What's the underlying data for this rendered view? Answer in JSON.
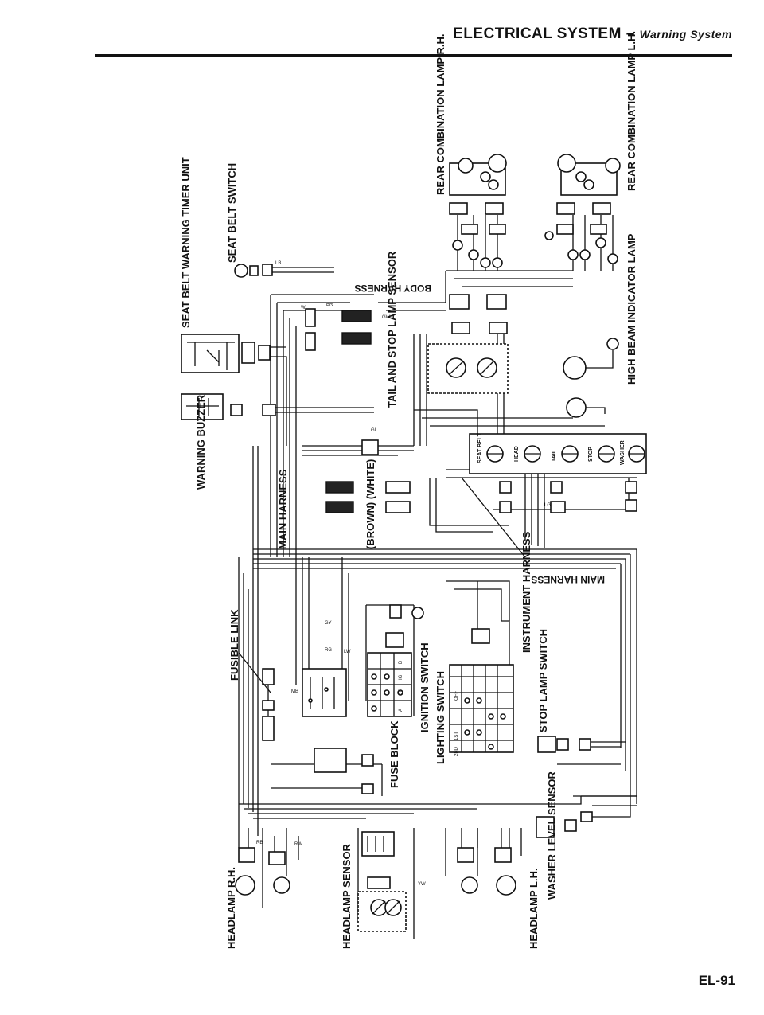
{
  "header": {
    "title": "ELECTRICAL SYSTEM",
    "separator": " – ",
    "subtitle": "Warning System"
  },
  "page_number": "EL-91",
  "components": {
    "rear_lamp_rh": "REAR COMBINATION LAMP R.H.",
    "rear_lamp_lh": "REAR COMBINATION LAMP L.H.",
    "seat_belt_switch": "SEAT BELT SWITCH",
    "seat_belt_timer": "SEAT BELT WARNING TIMER UNIT",
    "body_harness": "BODY HARNESS",
    "tail_stop_sensor": "TAIL AND STOP LAMP SENSOR",
    "high_beam_indicator": "HIGH BEAM INDICATOR LAMP",
    "warning_buzzer": "WARNING BUZZER",
    "main_harness": "MAIN HARNESS",
    "connector_brown_white": "(BROWN) (WHITE)",
    "main_harness_2": "MAIN HARNESS",
    "fusible_link": "FUSIBLE LINK",
    "instrument_harness": "INSTRUMENT HARNESS",
    "ignition_switch": "IGNITION SWITCH",
    "lighting_switch": "LIGHTING SWITCH",
    "stop_lamp_switch": "STOP LAMP SWITCH",
    "fuse_block": "FUSE BLOCK",
    "headlamp_rh": "HEADLAMP R.H.",
    "headlamp_sensor": "HEADLAMP SENSOR",
    "headlamp_lh": "HEADLAMP L.H.",
    "washer_level_sensor": "WASHER LEVEL SENSOR"
  },
  "indicators": [
    "SEAT BELT",
    "HEAD",
    "TAIL",
    "STOP",
    "WASHER"
  ],
  "switch_table": {
    "ignition_positions": [
      "B",
      "IG",
      "ST",
      "A"
    ],
    "lighting_positions": [
      "1ST",
      "2ND",
      "OFF"
    ]
  },
  "wire_codes": [
    "RG",
    "RW",
    "RB",
    "GY",
    "GW",
    "LW",
    "LG",
    "YW",
    "WL",
    "MB",
    "BR",
    "GL",
    "LB"
  ]
}
